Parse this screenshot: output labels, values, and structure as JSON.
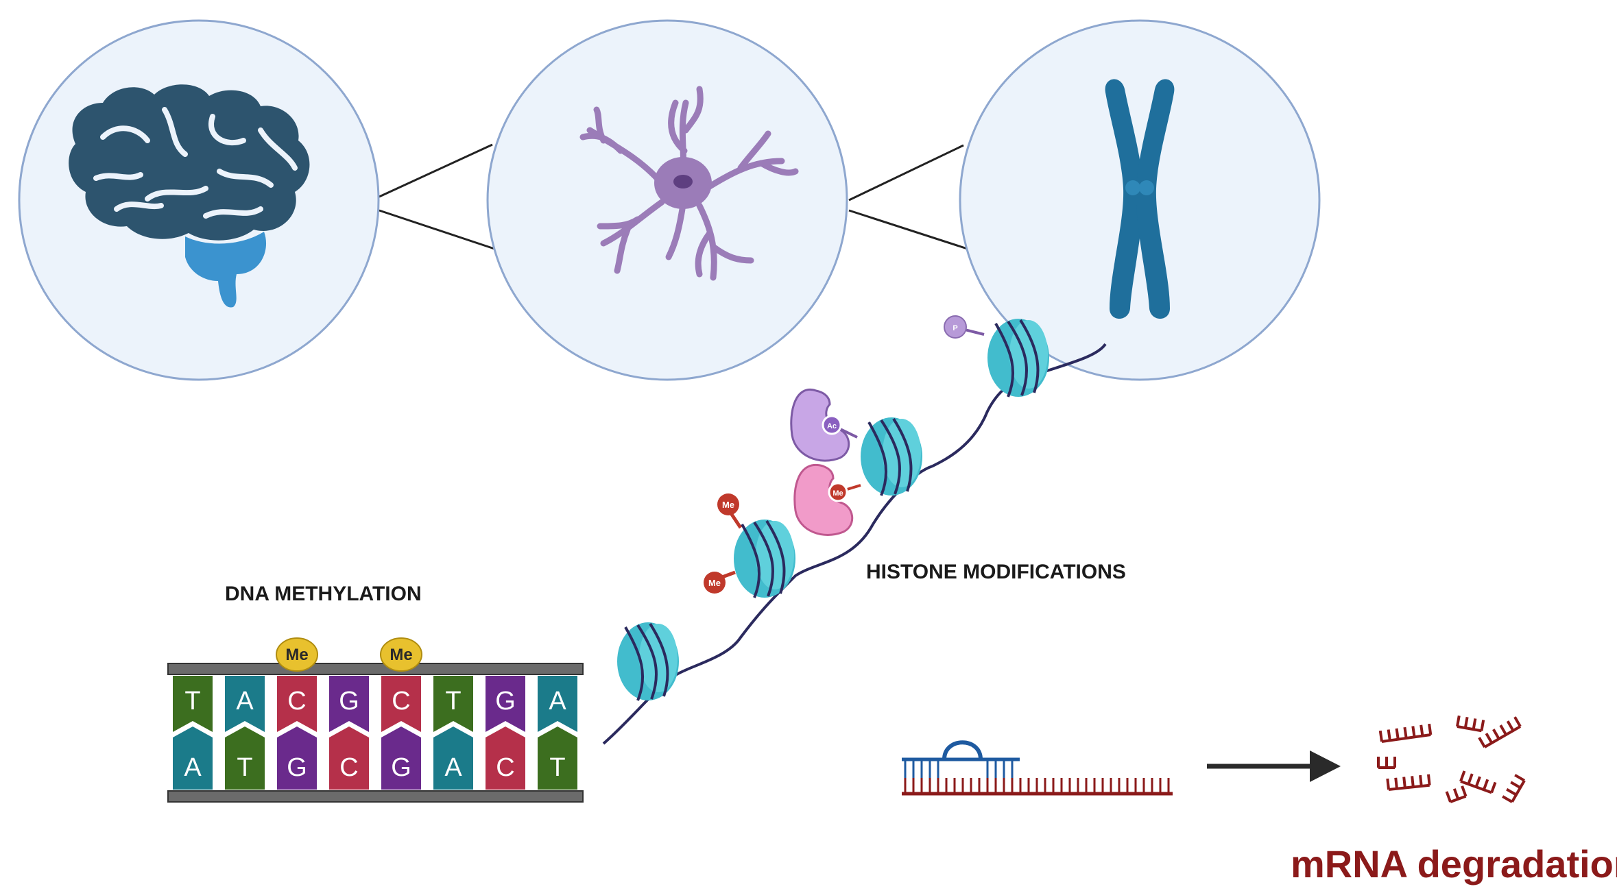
{
  "labels": {
    "dna_methylation": "DNA METHYLATION",
    "histone_modifications": "HISTONE MODIFICATIONS",
    "mrna_degradation": "mRNA degradation"
  },
  "dna": {
    "top_strand": [
      "T",
      "A",
      "C",
      "G",
      "C",
      "T",
      "G",
      "A"
    ],
    "bottom_strand": [
      "A",
      "T",
      "G",
      "C",
      "G",
      "A",
      "C",
      "T"
    ],
    "methyl_tag": "Me"
  },
  "histone_tags": {
    "me": "Me",
    "ac": "Ac",
    "p": "P"
  },
  "colors": {
    "circle_fill": "#ecf3fb",
    "circle_stroke": "#8ea7cf",
    "brain": "#2d546e",
    "cerebellum": "#3b93cf",
    "neuron": "#9b7cb8",
    "chromosome": "#1f6f9c",
    "nucleosome": "#42bccd",
    "dna_strand": "#2b2a5e",
    "base_T": "#3c6e1f",
    "base_A": "#1b7b8a",
    "base_C": "#b5304a",
    "base_G": "#6a2a8c",
    "methyl": "#e8c12e",
    "mrna": "#8b1a1a",
    "mrna_loop": "#1e5aa0"
  }
}
